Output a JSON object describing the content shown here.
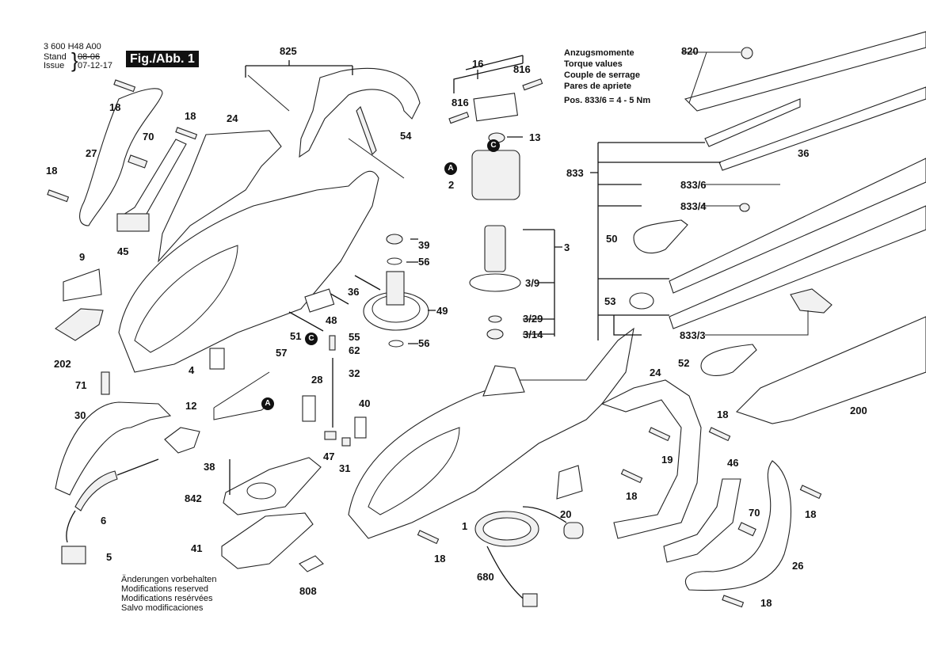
{
  "header": {
    "document_code": "3 600 H48 A00",
    "stand_label": "Stand",
    "issue_label": "Issue",
    "old_date": "08-06",
    "new_date": "07-12-17",
    "figure_label": "Fig./Abb. 1"
  },
  "torque_note": {
    "lines": [
      "Anzugsmomente",
      "Torque values",
      "Couple de serrage",
      "Pares de apriete"
    ],
    "spec": "Pos. 833/6 = 4 - 5 Nm"
  },
  "footer_note": {
    "lines": [
      "Änderungen vorbehalten",
      "Modifications reserved",
      "Modifications resérvées",
      "Salvo modificaciones"
    ]
  },
  "callouts": {
    "a": "A",
    "c": "C"
  },
  "part_labels": {
    "p825": "825",
    "p16": "16",
    "p816a": "816",
    "p816b": "816",
    "p13": "13",
    "p2": "2",
    "p3": "3",
    "p3_9": "3/9",
    "p3_29": "3/29",
    "p3_14": "3/14",
    "p39": "39",
    "p56a": "56",
    "p56b": "56",
    "p49": "49",
    "p36a": "36",
    "p48": "48",
    "p51": "51",
    "p55": "55",
    "p62": "62",
    "p32": "32",
    "p57": "57",
    "p4": "4",
    "p28": "28",
    "p40": "40",
    "p47": "47",
    "p31": "31",
    "p12": "12",
    "p38": "38",
    "p842": "842",
    "p41": "41",
    "p808": "808",
    "p6": "6",
    "p5": "5",
    "p30": "30",
    "p71": "71",
    "p202": "202",
    "p9": "9",
    "p45": "45",
    "p27": "27",
    "p70a": "70",
    "p18a": "18",
    "p18b": "18",
    "p18c": "18",
    "p24a": "24",
    "p54": "54",
    "p820": "820",
    "p36b": "36",
    "p833": "833",
    "p833_6": "833/6",
    "p833_4": "833/4",
    "p50": "50",
    "p53": "53",
    "p833_3": "833/3",
    "p52": "52",
    "p200": "200",
    "p24b": "24",
    "p18d": "18",
    "p19": "19",
    "p18e": "18",
    "p46": "46",
    "p70b": "70",
    "p18f": "18",
    "p26": "26",
    "p18g": "18",
    "p20": "20",
    "p1": "1",
    "p18h": "18",
    "p680": "680"
  }
}
